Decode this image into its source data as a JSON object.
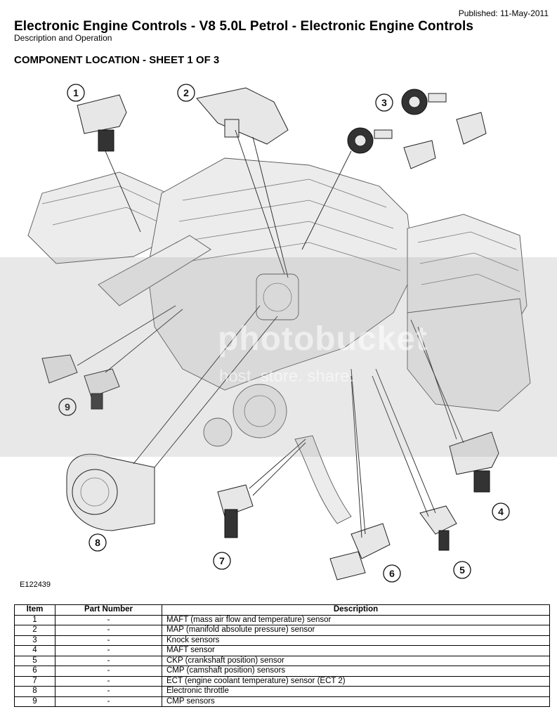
{
  "header": {
    "published": "Published: 11-May-2011",
    "title": "Electronic Engine Controls - V8 5.0L Petrol - Electronic Engine Controls",
    "subtitle": "Description and Operation",
    "section": "COMPONENT LOCATION - SHEET 1 OF 3"
  },
  "figure": {
    "code": "E122439",
    "callouts": [
      "1",
      "2",
      "3",
      "4",
      "5",
      "6",
      "7",
      "8",
      "9"
    ],
    "watermark": "photobucket",
    "watermark_sub": "host. store. share."
  },
  "table": {
    "headers": [
      "Item",
      "Part Number",
      "Description"
    ],
    "rows": [
      [
        "1",
        "-",
        "MAFT (mass air flow and temperature) sensor"
      ],
      [
        "2",
        "-",
        "MAP (manifold absolute pressure) sensor"
      ],
      [
        "3",
        "-",
        "Knock sensors"
      ],
      [
        "4",
        "-",
        "MAFT sensor"
      ],
      [
        "5",
        "-",
        "CKP (crankshaft position) sensor"
      ],
      [
        "6",
        "-",
        "CMP (camshaft position) sensors"
      ],
      [
        "7",
        "-",
        "ECT (engine coolant temperature) sensor (ECT 2)"
      ],
      [
        "8",
        "-",
        "Electronic throttle"
      ],
      [
        "9",
        "-",
        "CMP sensors"
      ]
    ]
  }
}
